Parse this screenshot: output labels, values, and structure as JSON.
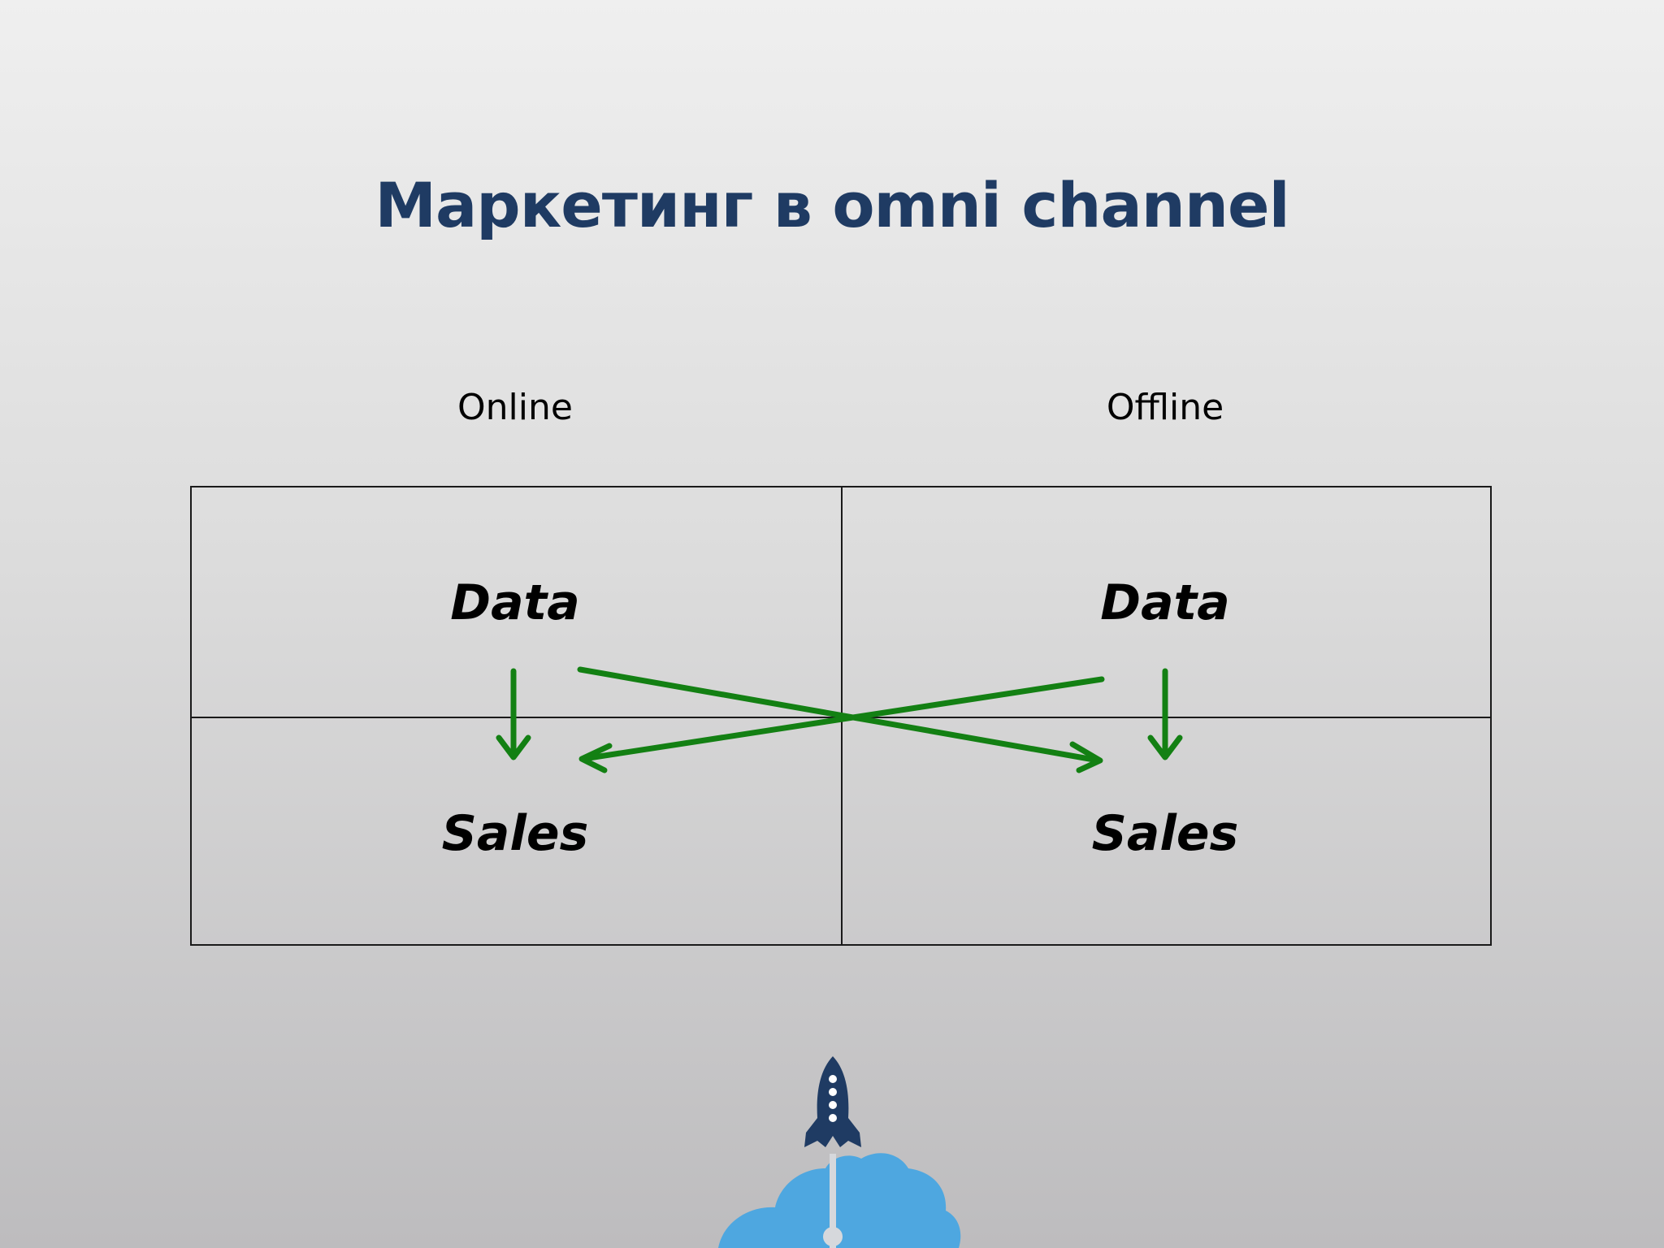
{
  "slide": {
    "title": "Маркетинг в omni channel",
    "title_color": "#1f3b63",
    "columns": {
      "online": "Online",
      "offline": "Offline"
    },
    "cells": {
      "online_data": "Data",
      "offline_data": "Data",
      "online_sales": "Sales",
      "offline_sales": "Sales"
    },
    "arrow_color": "#138013",
    "logo": {
      "icon": "rocket-cloud-icon",
      "rocket_color": "#1f3b63",
      "cloud_color": "#4ea7e0"
    }
  }
}
